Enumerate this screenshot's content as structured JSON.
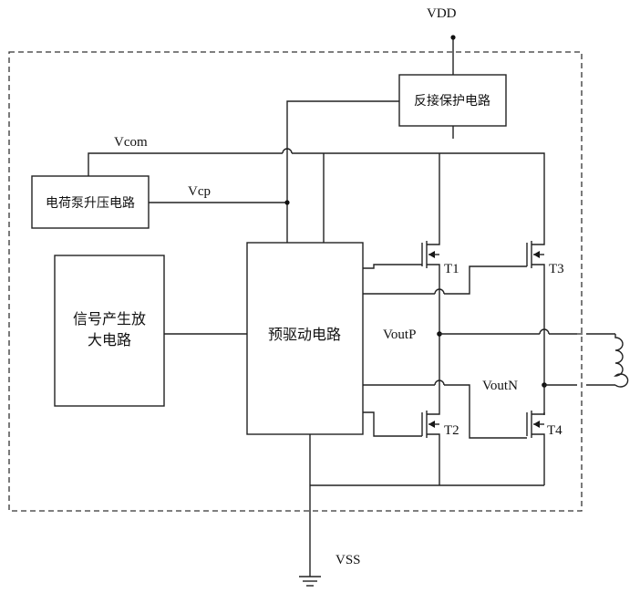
{
  "labels": {
    "vdd": "VDD",
    "vss": "VSS",
    "vcom": "Vcom",
    "vcp": "Vcp",
    "voutp": "VoutP",
    "voutn": "VoutN",
    "t1": "T1",
    "t2": "T2",
    "t3": "T3",
    "t4": "T4"
  },
  "blocks": {
    "reverse_protection": "反接保护电路",
    "charge_pump": "电荷泵升压电路",
    "signal_amp_line1": "信号产生放",
    "signal_amp_line2": "大电路",
    "predriver": "预驱动电路"
  }
}
